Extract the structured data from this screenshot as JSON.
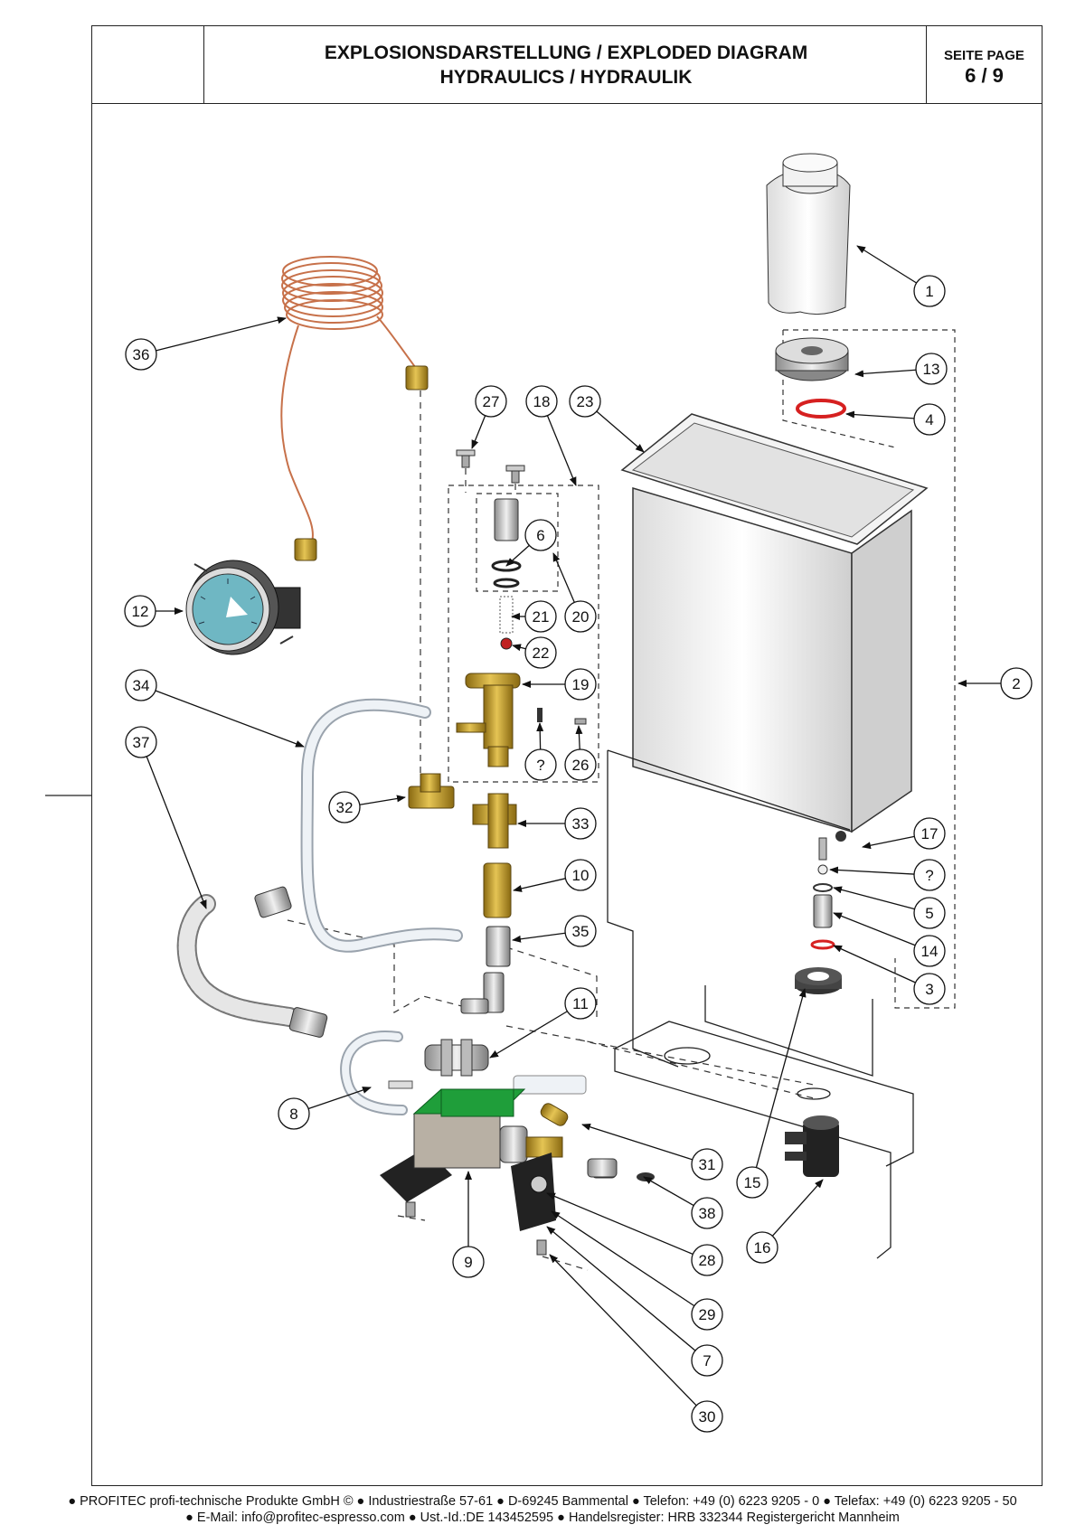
{
  "header": {
    "title_line1": "EXPLOSIONSDARSTELLUNG / EXPLODED DIAGRAM",
    "title_line2": "HYDRAULICS / HYDRAULIK",
    "page_label": "SEITE PAGE",
    "page_number": "6 / 9"
  },
  "callouts": [
    {
      "id": "c1",
      "label": "1"
    },
    {
      "id": "c13",
      "label": "13"
    },
    {
      "id": "c4",
      "label": "4"
    },
    {
      "id": "c36",
      "label": "36"
    },
    {
      "id": "c27",
      "label": "27"
    },
    {
      "id": "c18",
      "label": "18"
    },
    {
      "id": "c23",
      "label": "23"
    },
    {
      "id": "c6",
      "label": "6"
    },
    {
      "id": "c12",
      "label": "12"
    },
    {
      "id": "c21",
      "label": "21"
    },
    {
      "id": "c20",
      "label": "20"
    },
    {
      "id": "c22",
      "label": "22"
    },
    {
      "id": "c19",
      "label": "19"
    },
    {
      "id": "c2",
      "label": "2"
    },
    {
      "id": "c34",
      "label": "34"
    },
    {
      "id": "cq1",
      "label": "?"
    },
    {
      "id": "c26",
      "label": "26"
    },
    {
      "id": "c37",
      "label": "37"
    },
    {
      "id": "c32",
      "label": "32"
    },
    {
      "id": "c33",
      "label": "33"
    },
    {
      "id": "c17",
      "label": "17"
    },
    {
      "id": "cq2",
      "label": "?"
    },
    {
      "id": "c10",
      "label": "10"
    },
    {
      "id": "c5",
      "label": "5"
    },
    {
      "id": "c35",
      "label": "35"
    },
    {
      "id": "c14",
      "label": "14"
    },
    {
      "id": "c3",
      "label": "3"
    },
    {
      "id": "c11",
      "label": "11"
    },
    {
      "id": "c8",
      "label": "8"
    },
    {
      "id": "c31",
      "label": "31"
    },
    {
      "id": "c15",
      "label": "15"
    },
    {
      "id": "c38",
      "label": "38"
    },
    {
      "id": "c16",
      "label": "16"
    },
    {
      "id": "c28",
      "label": "28"
    },
    {
      "id": "c9",
      "label": "9"
    },
    {
      "id": "c29",
      "label": "29"
    },
    {
      "id": "c7",
      "label": "7"
    },
    {
      "id": "c30",
      "label": "30"
    }
  ],
  "footer": {
    "line1": "● PROFITEC profi-technische Produkte GmbH © ● Industriestraße 57-61 ● D-69245 Bammental ● Telefon: +49 (0) 6223 9205 - 0 ● Telefax: +49 (0) 6223 9205 - 50",
    "line2": "● E-Mail: info@profitec-espresso.com ● Ust.-Id.:DE 143452595 ● Handelsregister: HRB 332344 Registergericht Mannheim"
  },
  "colors": {
    "copper": "#c7714a",
    "brass": "#c9a227",
    "pump_green": "#1f9e3a",
    "gauge_face": "#6fb7c3",
    "seal_red": "#d62020",
    "line": "#222222"
  }
}
